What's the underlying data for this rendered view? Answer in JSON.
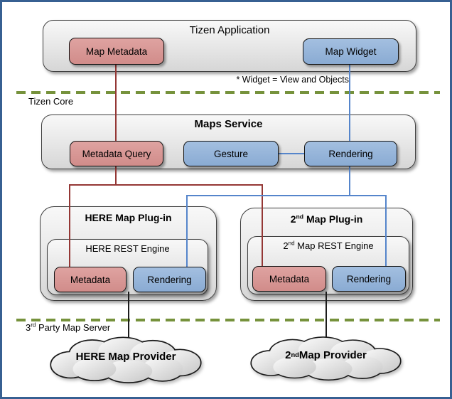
{
  "app": {
    "title": "Tizen Application",
    "metadata_label": "Map Metadata",
    "widget_label": "Map Widget"
  },
  "footnote": "* Widget  = View and Objects",
  "core": {
    "label": "Tizen Core"
  },
  "maps_service": {
    "title": "Maps Service",
    "metadata_query": "Metadata Query",
    "gesture": "Gesture",
    "rendering": "Rendering"
  },
  "here_plugin": {
    "title": "HERE Map Plug-in",
    "engine": "HERE REST Engine",
    "metadata": "Metadata",
    "rendering": "Rendering"
  },
  "second_plugin": {
    "title_num": "2",
    "title_sup": "nd",
    "title_rest": " Map Plug-in",
    "engine_num": "2",
    "engine_sup": "nd",
    "engine_rest": " Map REST Engine",
    "metadata": "Metadata",
    "rendering": "Rendering"
  },
  "server": {
    "label_num": "3",
    "label_sup": "rd",
    "label_rest": " Party Map Server"
  },
  "providers": {
    "here": "HERE Map Provider",
    "second_num": "2",
    "second_sup": "nd",
    "second_rest": " Map Provider"
  },
  "colors": {
    "frame": "#376092",
    "red_fill": "#d99694",
    "blue_fill": "#95b3d7",
    "dark_red_line": "#943735",
    "blue_line": "#5585cb",
    "green_dash": "#76923c",
    "black_line": "#1c1c1c",
    "box_border": "#3f3f3f"
  }
}
